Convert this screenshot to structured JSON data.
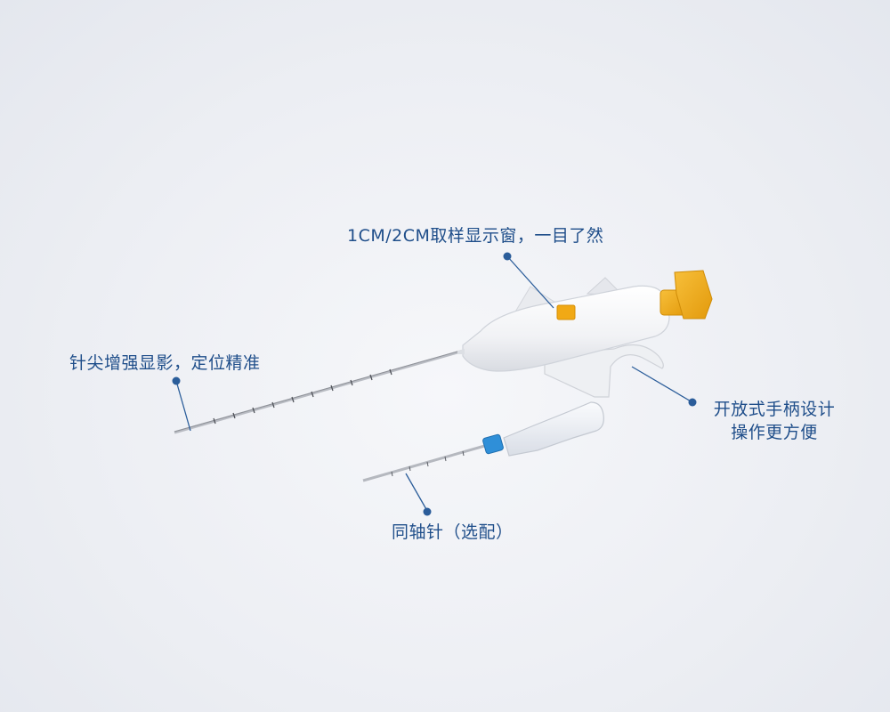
{
  "callouts": {
    "window": "1CM/2CM取样显示窗，一目了然",
    "tip": "针尖增强显影，定位精准",
    "handle_line1": "开放式手柄设计",
    "handle_line2": "操作更方便",
    "coaxial": "同轴针（选配）"
  },
  "colors": {
    "text": "#1f4e8a",
    "leader": "#2b5d9a",
    "handle_body": "#f4f5f7",
    "plunger": "#f1a915",
    "hub_blue": "#2f8fd8"
  },
  "window_indicator": "0"
}
